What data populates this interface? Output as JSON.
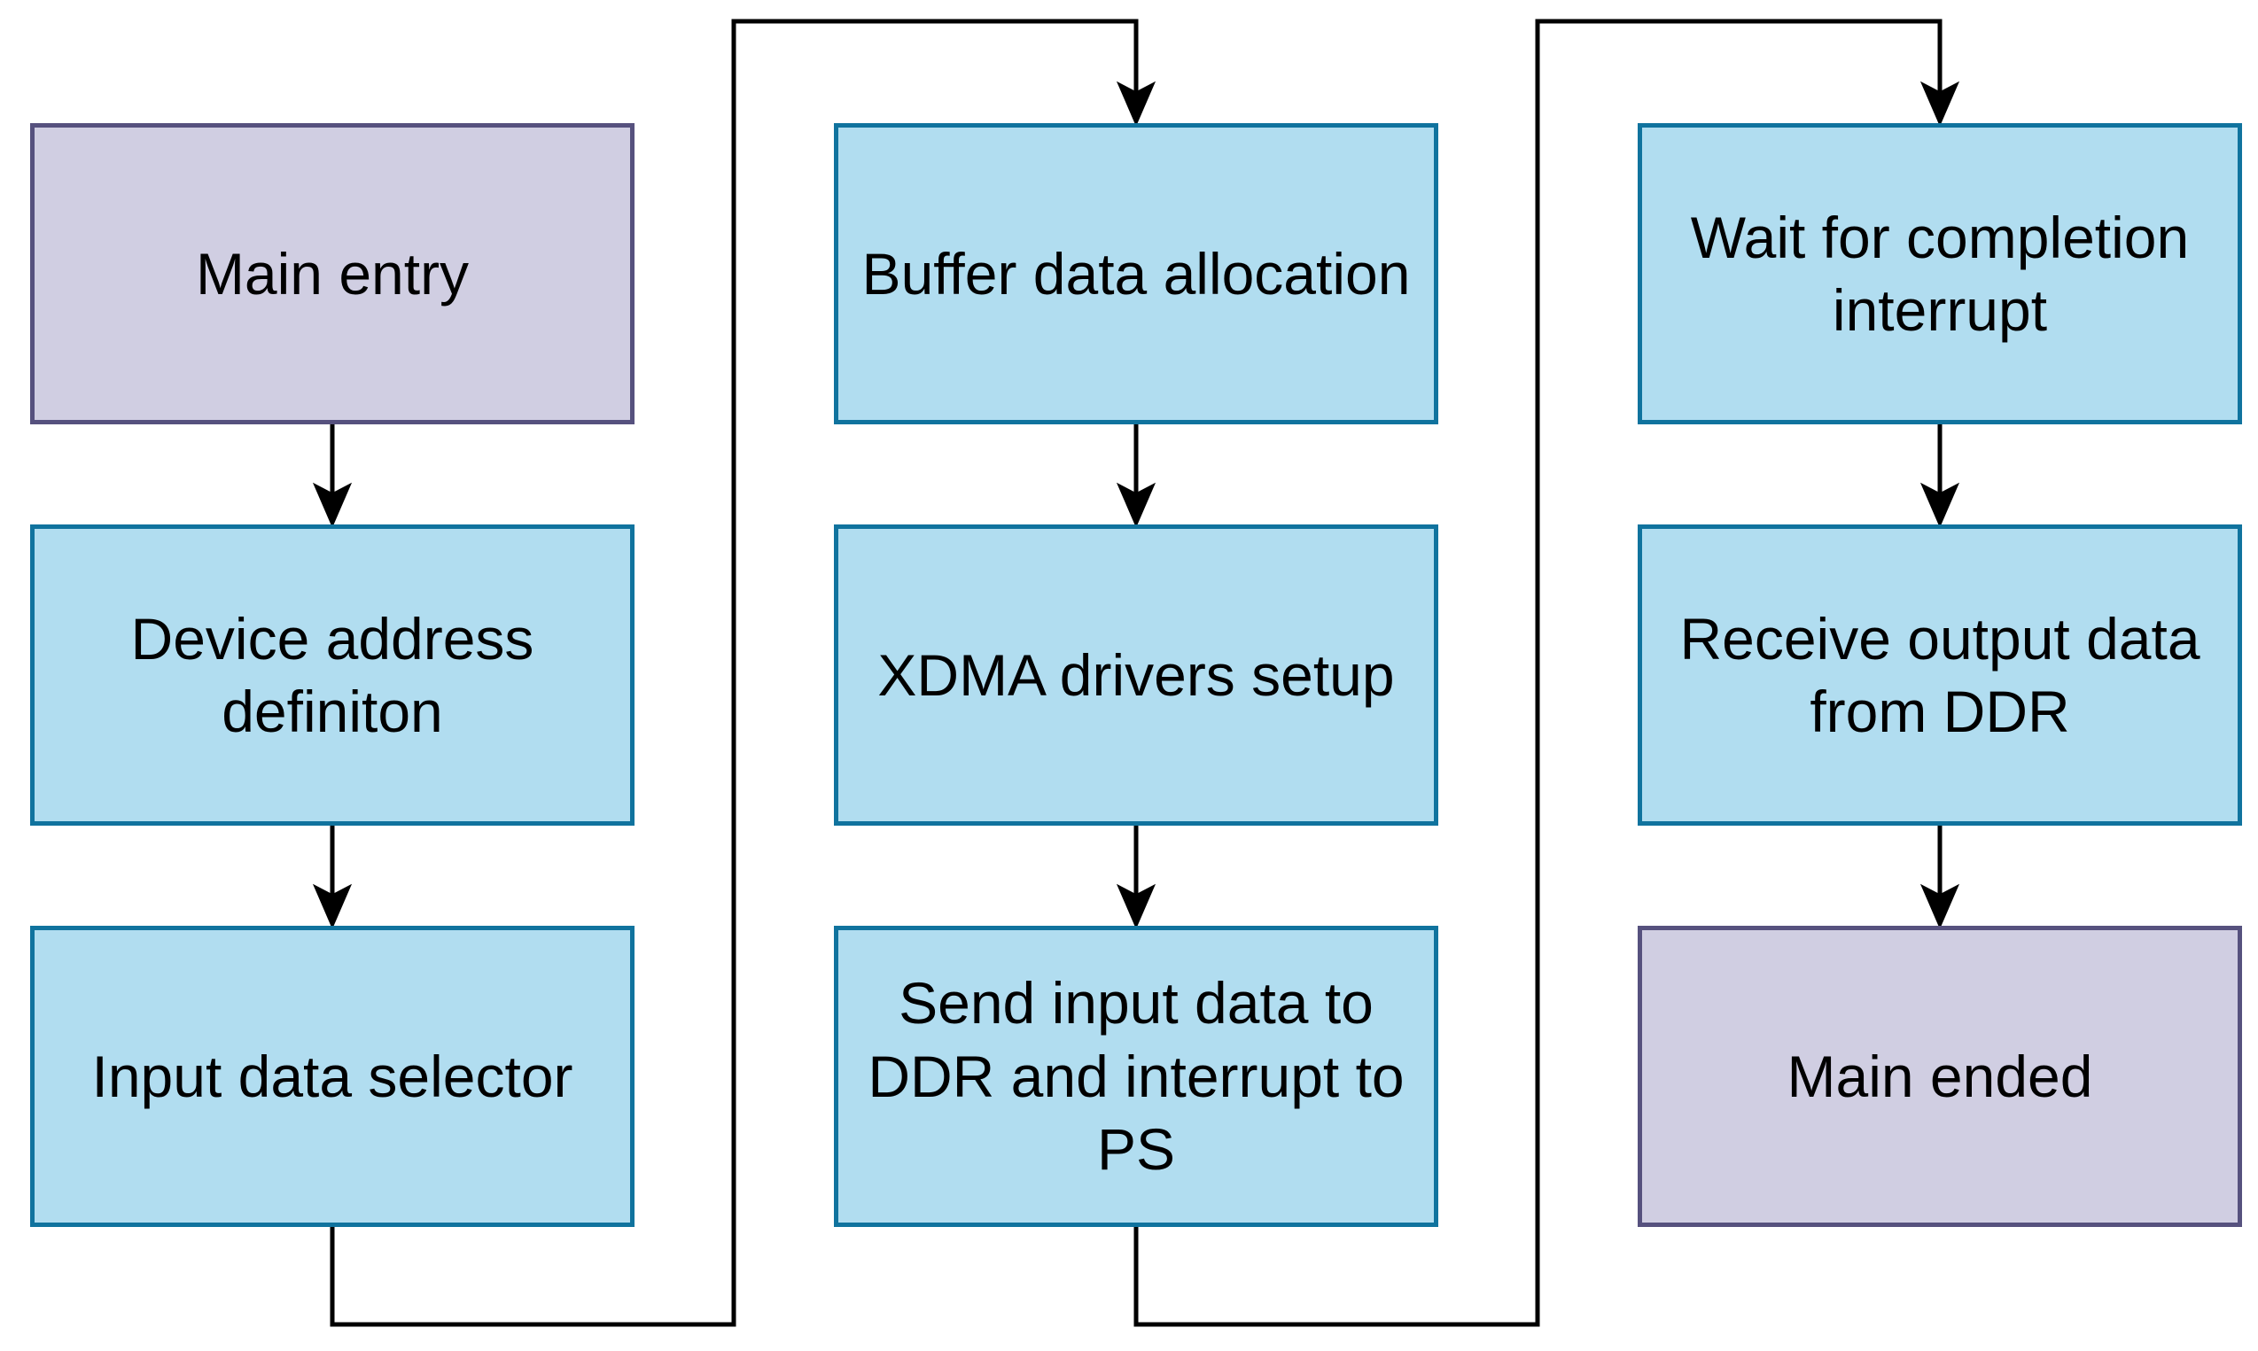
{
  "colors": {
    "terminal_fill": "#d0cee2",
    "terminal_stroke": "#56517e",
    "process_fill": "#b1ddf0",
    "process_stroke": "#10739e",
    "connector": "#000000"
  },
  "nodes": {
    "main_entry": "Main entry",
    "device_address": "Device address\ndefiniton",
    "input_selector": "Input data selector",
    "buffer_allocation": "Buffer data allocation",
    "xdma_setup": "XDMA drivers setup",
    "send_input": "Send input data to\nDDR and interrupt to\nPS",
    "wait_interrupt": "Wait for completion\ninterrupt",
    "receive_output": "Receive output data\nfrom DDR",
    "main_ended": "Main ended"
  },
  "edges": [
    {
      "from": "main_entry",
      "to": "device_address"
    },
    {
      "from": "device_address",
      "to": "input_selector"
    },
    {
      "from": "input_selector",
      "to": "buffer_allocation"
    },
    {
      "from": "buffer_allocation",
      "to": "xdma_setup"
    },
    {
      "from": "xdma_setup",
      "to": "send_input"
    },
    {
      "from": "send_input",
      "to": "wait_interrupt"
    },
    {
      "from": "wait_interrupt",
      "to": "receive_output"
    },
    {
      "from": "receive_output",
      "to": "main_ended"
    }
  ]
}
